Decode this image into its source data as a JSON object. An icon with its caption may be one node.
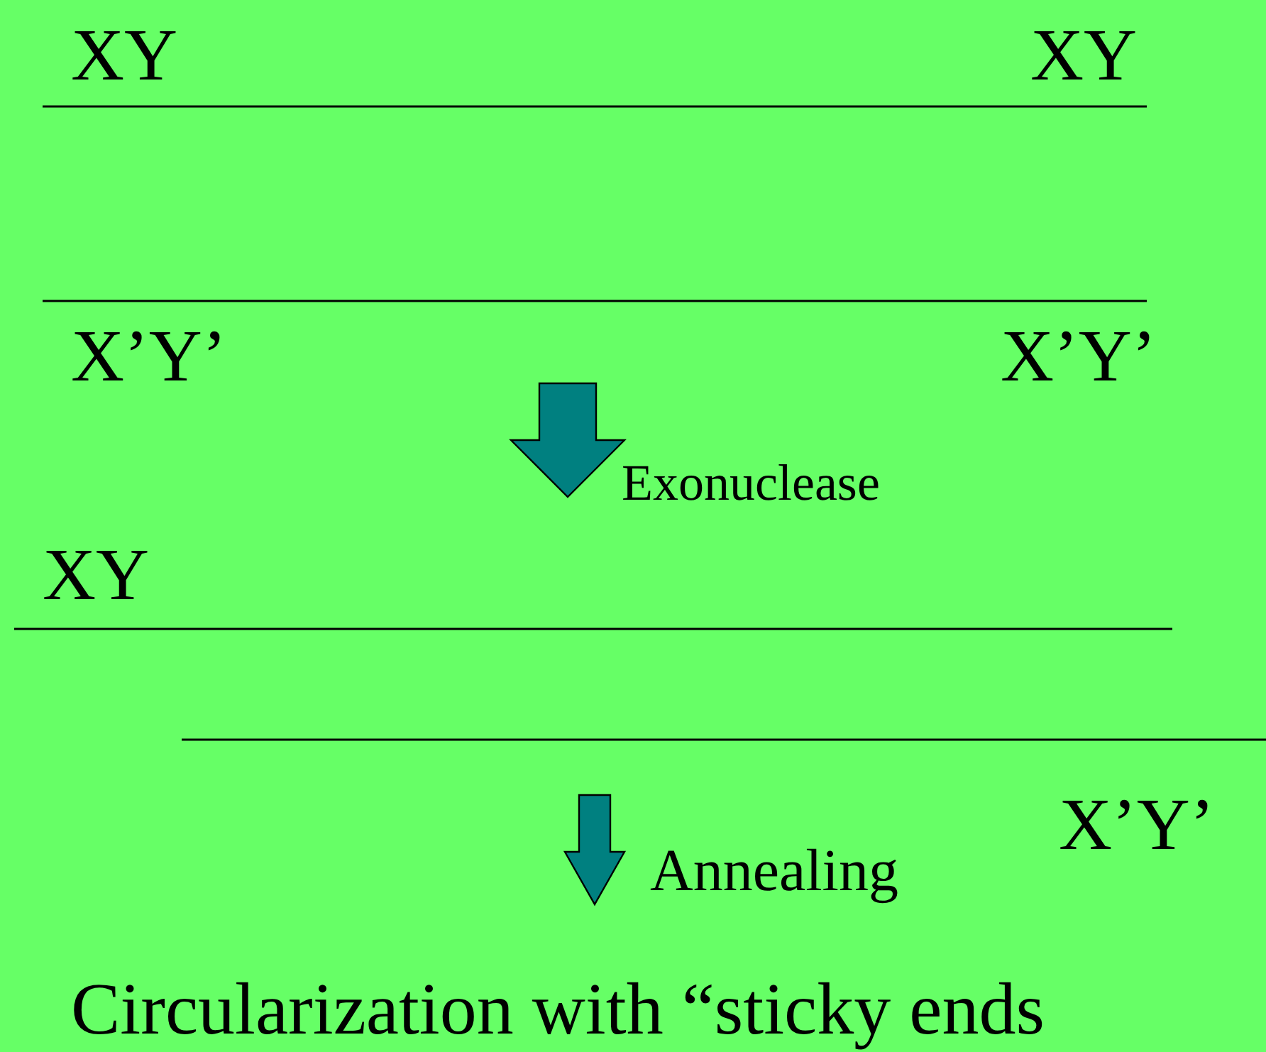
{
  "diagram": {
    "labels": [
      "XY",
      "XY",
      "X’Y’",
      "X’Y’",
      "Exonuclease",
      "XY",
      "X’Y’",
      "Annealing",
      "Circularization with “sticky ends"
    ]
  }
}
